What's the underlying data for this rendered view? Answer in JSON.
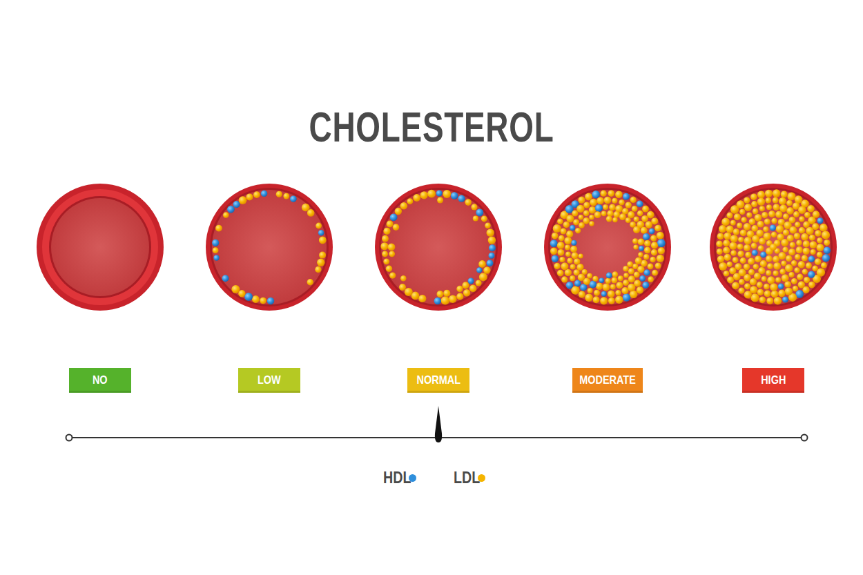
{
  "diagram": {
    "title": "CHOLESTEROL",
    "nodes": [
      {
        "text": [
          "NO"
        ]
      },
      {
        "text": [
          "LOW"
        ]
      },
      {
        "text": [
          "NORMAL"
        ]
      },
      {
        "text": [
          "MODERATE"
        ]
      },
      {
        "text": [
          "HIGH"
        ]
      }
    ],
    "legend": [
      {
        "text": "HDL",
        "color": "#2f8fdc"
      },
      {
        "text": "LDL",
        "color": "#f5b400"
      }
    ]
  }
}
